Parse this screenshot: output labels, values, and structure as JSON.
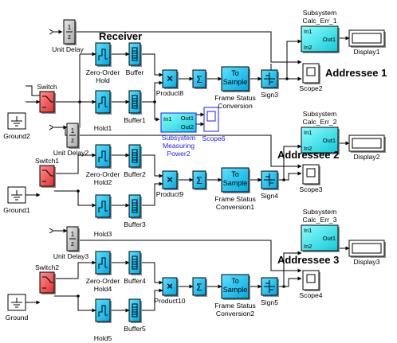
{
  "annotations": {
    "receiver": "Receiver",
    "addressee1": "Addressee 1",
    "addressee2": "Addressee 2",
    "addressee3": "Addressee 3"
  },
  "ports": {
    "in1": "In1",
    "in2": "In2",
    "out1": "Out1",
    "out2": "Out2"
  },
  "blocks": {
    "unit_delay": {
      "label": "Unit Delay",
      "text": "1/z"
    },
    "unit_delay2": {
      "label": "Unit Delay2"
    },
    "unit_delay3": {
      "label": "Unit Delay3"
    },
    "zoh": {
      "line1": "Zero-Order",
      "line2": "Hold"
    },
    "zoh1": {
      "line2": "Hold1"
    },
    "zoh2": {
      "line1": "Zero-Order",
      "line2": "Hold2"
    },
    "zoh3": {
      "line2": "Hold3"
    },
    "zoh4": {
      "line1": "Zero-Order",
      "line2": "Hold4"
    },
    "zoh5": {
      "line2": "Hold5"
    },
    "buffer": "Buffer",
    "buffer1": "Buffer1",
    "buffer2": "Buffer2",
    "buffer3": "Buffer3",
    "buffer4": "Buffer4",
    "buffer5": "Buffer5",
    "ground": "Ground",
    "ground1": "Ground1",
    "ground2": "Ground2",
    "switch": "Switch",
    "switch1": "Switch1",
    "switch2": "Switch2",
    "product8": "Product8",
    "product9": "Product9",
    "product10": "Product10",
    "to_sample": {
      "line1": "To",
      "line2": "Sample"
    },
    "frame_status": "Frame Status",
    "conversion": "Conversion",
    "conversion1": "Conversion1",
    "conversion2": "Conversion2",
    "sign3": "Sign3",
    "sign4": "Sign4",
    "sign5": "Sign5",
    "subsystem": "Subsystem",
    "calc1": "Calc_Err_1",
    "calc2": "Calc_Err_2",
    "calc3": "Calc_Err_3",
    "measuring": "Measuring",
    "power2": "Power2",
    "scope2": "Scope2",
    "scope3": "Scope3",
    "scope4": "Scope4",
    "scope6": "Scope6",
    "display1": "Display1",
    "display2": "Display2",
    "display3": "Display3"
  },
  "colors": {
    "gray_block": "#c8c8c8",
    "cyan_block": "#00c8f0",
    "subsystem_cyan": "#40e8e8",
    "switch_red": "#f05050",
    "blue_text": "#1a1aff",
    "line": "#000000"
  }
}
